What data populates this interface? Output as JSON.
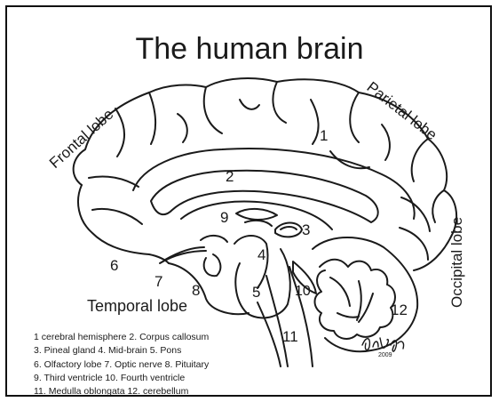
{
  "title": "The human brain",
  "lobes": {
    "frontal": "Frontal lobe",
    "parietal": "Parietal lobe",
    "occipital": "Occipital lobe",
    "temporal": "Temporal lobe"
  },
  "numbers": {
    "n1": "1",
    "n2": "2",
    "n3": "3",
    "n4": "4",
    "n5": "5",
    "n6": "6",
    "n7": "7",
    "n8": "8",
    "n9": "9",
    "n10": "10",
    "n11": "11",
    "n12": "12"
  },
  "legend": [
    "1 cerebral hemisphere  2. Corpus callosum",
    "3. Pineal gland  4. Mid-brain  5. Pons",
    "6. Olfactory lobe  7. Optic nerve  8. Pituitary",
    "9. Third ventricle   10. Fourth ventricle",
    "11. Medulla oblongata  12. cerebellum"
  ],
  "signature_year": "2009"
}
